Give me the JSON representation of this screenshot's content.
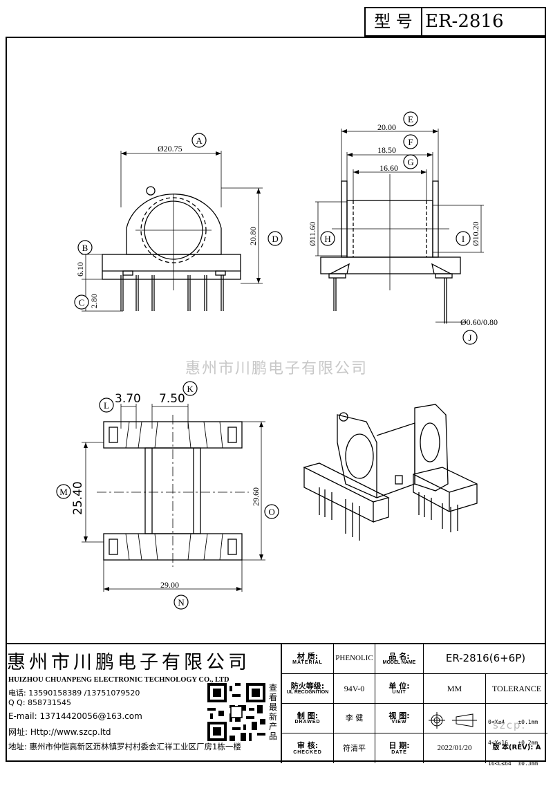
{
  "title_block": {
    "model_label": "型 号",
    "model_value": "ER-2816"
  },
  "watermark": "惠州市川鹏电子有限公司",
  "dimensions": {
    "A": "A",
    "a_value": "Ø20.75",
    "B": "B",
    "b_value": "6.10",
    "C": "C",
    "c_value": "2.80",
    "D": "D",
    "d_value": "20.80",
    "E": "E",
    "e_value": "20.00",
    "F": "F",
    "f_value": "18.50",
    "G": "G",
    "g_value": "16.60",
    "H": "H",
    "h_value": "Ø11.60",
    "I": "I",
    "i_value": "Ø10.20",
    "J": "J",
    "j_value": "Ø0.60/0.80",
    "K": "K",
    "k_value": "7.50",
    "L": "L",
    "l_value": "3.70",
    "M": "M",
    "m_value": "25.40",
    "N": "N",
    "n_value": "29.00",
    "O": "O",
    "o_value": "29.60"
  },
  "company": {
    "name_cn": "惠州市川鹏电子有限公司",
    "name_en": "HUIZHOU CHUANPENG ELECTRONIC TECHNOLOGY CO., LTD",
    "phone": "电话: 13590158389 /13751079520",
    "qq": "Q Q:  858731545",
    "email": "E-mail: 13714420056@163.com",
    "website": "网址: Http://www.szcp.ltd",
    "address": "地址: 惠州市仲恺高新区沥林镇罗村村委会汇祥工业区厂房1栋一楼",
    "qr_caption": "查看最新产品"
  },
  "table": {
    "material_label": "材 质:",
    "material_sub": "MATERIAL",
    "material_value": "PHENOLIC",
    "model_label": "品 名:",
    "model_sub": "MODEL NAME",
    "model_value": "ER-2816(6+6P)",
    "fire_label": "防火等级:",
    "fire_sub": "UL RECOGNITION",
    "fire_value": "94V-0",
    "unit_label": "单 位:",
    "unit_sub": "UNIT",
    "unit_value": "MM",
    "tolerance_label": "TOLERANCE",
    "drawn_label": "制 图:",
    "drawn_sub": "DRAWED",
    "drawn_value": "李 健",
    "view_label": "视 图:",
    "view_sub": "VIEW",
    "checked_label": "审 核:",
    "checked_sub": "CHECKED",
    "checked_value": "符清平",
    "date_label": "日 期:",
    "date_sub": "DATE",
    "date_value": "2022/01/20",
    "rev_label": "版 本(REV): A",
    "tol_1": "0<X≤4    ±0.1mm",
    "tol_2": "4<X≤16   ±0.2mm",
    "tol_3": "16<L≤64  ±0.3mm",
    "tol_4": "",
    "site_watermark": "szcp."
  }
}
